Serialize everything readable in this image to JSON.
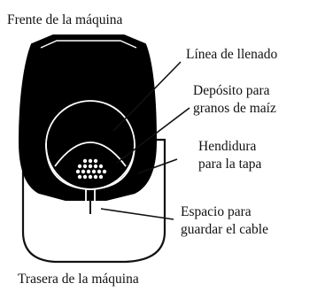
{
  "labels": {
    "front": "Frente de la máquina",
    "back": "Trasera de la máquina",
    "fill_line": "Línea de llenado",
    "kernel_reservoir": [
      "Depósito para",
      "granos de maíz"
    ],
    "lid_slot": [
      "Hendidura",
      "para la tapa"
    ],
    "cord_storage": [
      "Espacio para",
      "guardar el cable"
    ]
  },
  "colors": {
    "ink": "#111111",
    "paper": "#ffffff"
  }
}
